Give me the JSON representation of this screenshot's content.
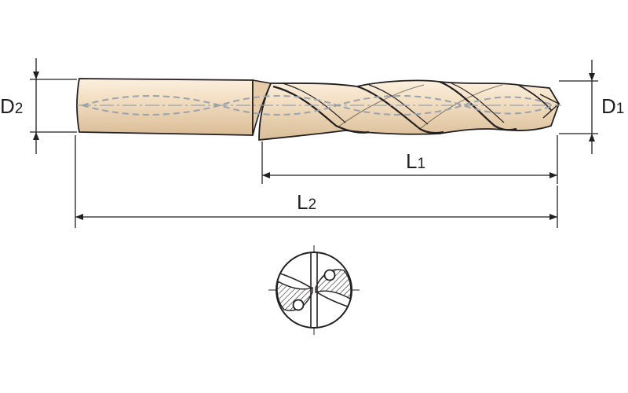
{
  "dimensions": {
    "shank_diameter": {
      "letter": "D",
      "subscript": "2"
    },
    "cutting_diameter": {
      "letter": "D",
      "subscript": "1"
    },
    "flute_length": {
      "letter": "L",
      "subscript": "1"
    },
    "overall_length": {
      "letter": "L",
      "subscript": "2"
    }
  },
  "colors": {
    "outline": "#231f20",
    "body_fill": "#f3dfc3",
    "body_shadow": "#dcc09c",
    "coolant_line": "#9aa3ad",
    "hatch": "#231f20"
  },
  "icons": {
    "drill": "drill-side-view",
    "section": "drill-cross-section"
  }
}
